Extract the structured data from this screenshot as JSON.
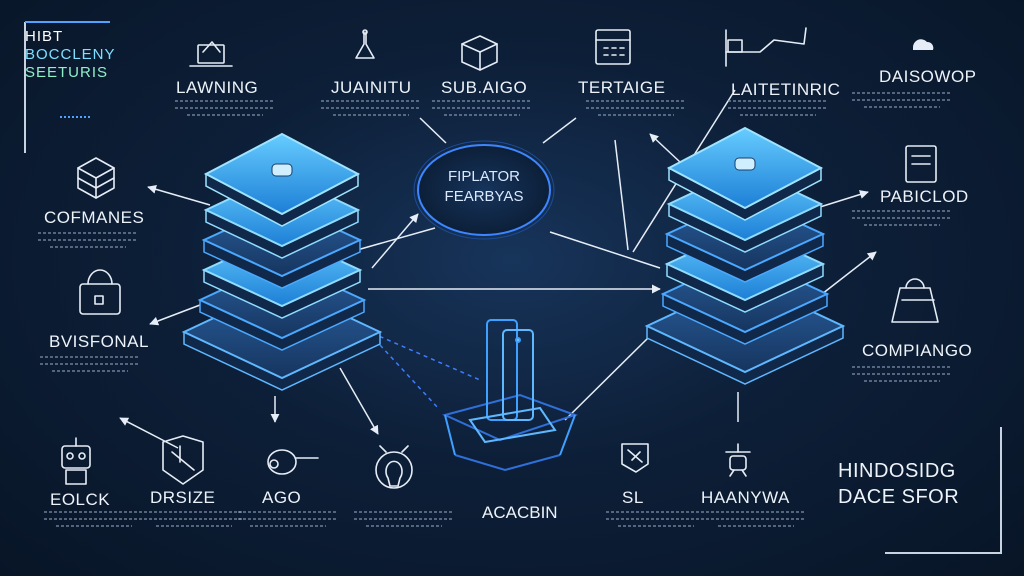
{
  "title": [
    "HIBT",
    "BOCCLENY",
    "SEETURIS"
  ],
  "hub": {
    "line1": "FIPLATOR",
    "line2": "FEARBYAS"
  },
  "center_label": "ACACBIN",
  "corner": {
    "line1": "HINDOSIDG",
    "line2": "DACE SFOR"
  },
  "nodes": [
    {
      "id": "lawning",
      "label": "LAWNING",
      "icon": "laptop-icon"
    },
    {
      "id": "juainitu",
      "label": "JUAINITU",
      "icon": "flask-icon"
    },
    {
      "id": "subaigo",
      "label": "SUB.AIGO",
      "icon": "box-icon"
    },
    {
      "id": "tertaige",
      "label": "TERTAIGE",
      "icon": "calendar-icon"
    },
    {
      "id": "laitetinric",
      "label": "LAITETINRIC",
      "icon": "chart-icon"
    },
    {
      "id": "daisowop",
      "label": "DAISOWOP",
      "icon": "cloud-icon"
    },
    {
      "id": "cofmanes",
      "label": "COFMANES",
      "icon": "cube-icon"
    },
    {
      "id": "bvisfonal",
      "label": "BVISFONAL",
      "icon": "lock-icon"
    },
    {
      "id": "pabiclod",
      "label": "PABICLOD",
      "icon": "document-icon"
    },
    {
      "id": "compiango",
      "label": "COMPIANGO",
      "icon": "bag-icon"
    },
    {
      "id": "eolck",
      "label": "EOLCK",
      "icon": "robot-icon"
    },
    {
      "id": "drsize",
      "label": "DRSIZE",
      "icon": "shield-icon"
    },
    {
      "id": "ago",
      "label": "AGO",
      "icon": "gear-icon"
    },
    {
      "id": "sl",
      "label": "SL",
      "icon": "flag-icon"
    },
    {
      "id": "haanywa",
      "label": "HAANYWA",
      "icon": "drone-icon"
    }
  ],
  "server_icon": "server-stack-icon",
  "hub_icon": "hub-oval-icon",
  "colors": {
    "accent": "#3fb6ff",
    "bg": "#0d1f38",
    "line": "#e6edf6",
    "dash": "#3f7dff"
  }
}
